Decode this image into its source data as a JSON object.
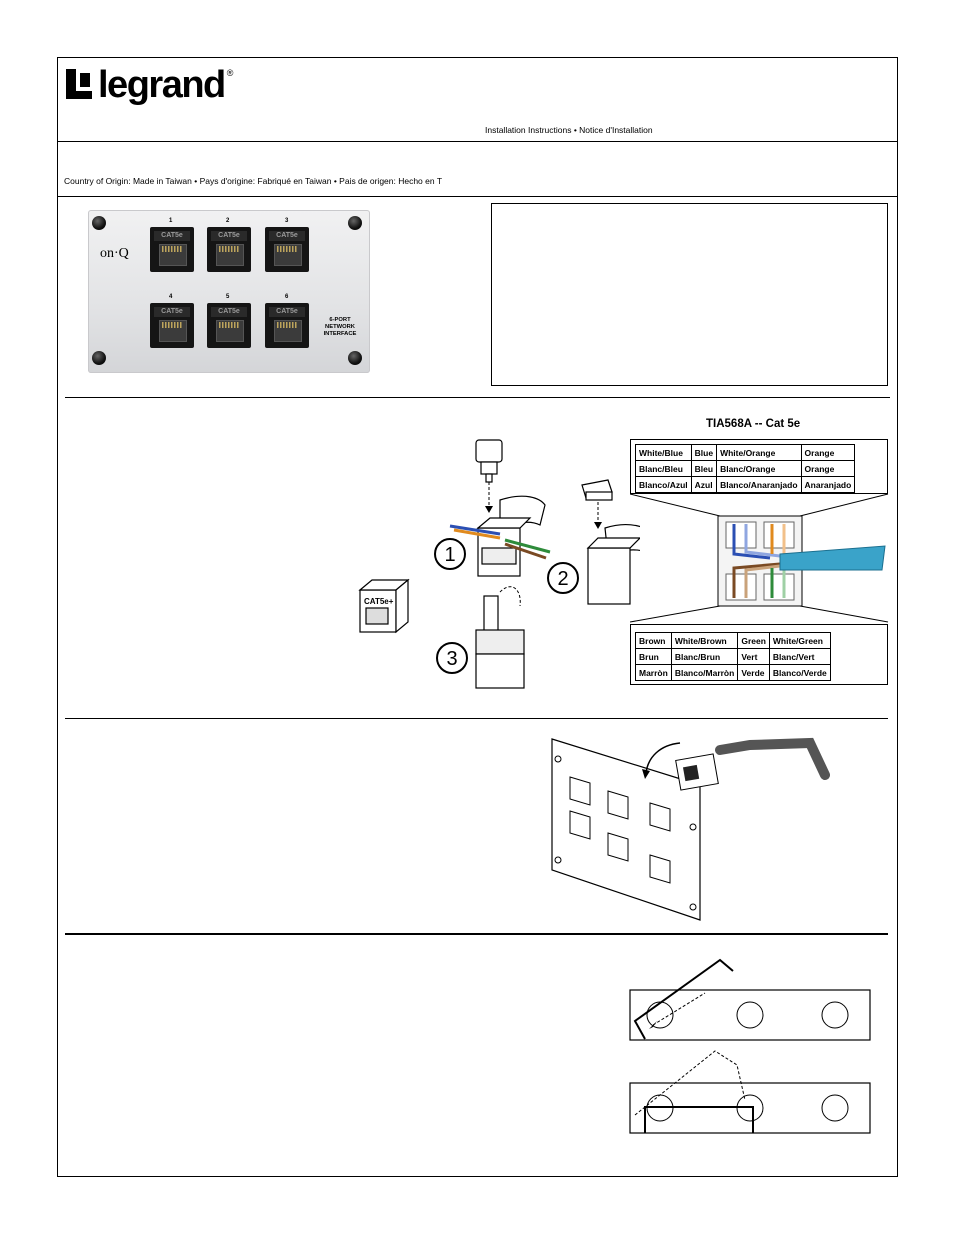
{
  "header": {
    "brand": "legrand",
    "registered_mark": "®",
    "subtitle": "Installation Instructions • Notice d'Installation",
    "origin": "Country of Origin: Made in Taiwan • Pays d'origine: Fabriqué en Taiwan • Pais de origen: Hecho en T"
  },
  "panel": {
    "brand": "on·Q",
    "port_numbers": [
      "1",
      "2",
      "3",
      "4",
      "5",
      "6"
    ],
    "port_label": "CAT5e",
    "caption": [
      "6-PORT",
      "NETWORK",
      "INTERFACE"
    ]
  },
  "wiring": {
    "title": "TIA568A -- Cat 5e",
    "step_numbers": [
      "1",
      "2",
      "3"
    ],
    "jack_label": "CAT5e+",
    "top_table": [
      [
        "White/Blue",
        "Blue",
        "White/Orange",
        "Orange"
      ],
      [
        "Blanc/Bleu",
        "Bleu",
        "Blanc/Orange",
        "Orange"
      ],
      [
        "Blanco/Azul",
        "Azul",
        "Blanco/Anaranjado",
        "Anaranjado"
      ]
    ],
    "bottom_table": [
      [
        "Brown",
        "White/Brown",
        "Green",
        "White/Green"
      ],
      [
        "Brun",
        "Blanc/Brun",
        "Vert",
        "Blanc/Vert"
      ],
      [
        "Marròn",
        "Blanco/Marròn",
        "Verde",
        "Blanco/Verde"
      ]
    ]
  },
  "colors": {
    "blue": "#2b4fb3",
    "orange": "#e08a1e",
    "green": "#2e8b3a",
    "brown": "#7a4a23",
    "cable": "#3aa3c9"
  }
}
